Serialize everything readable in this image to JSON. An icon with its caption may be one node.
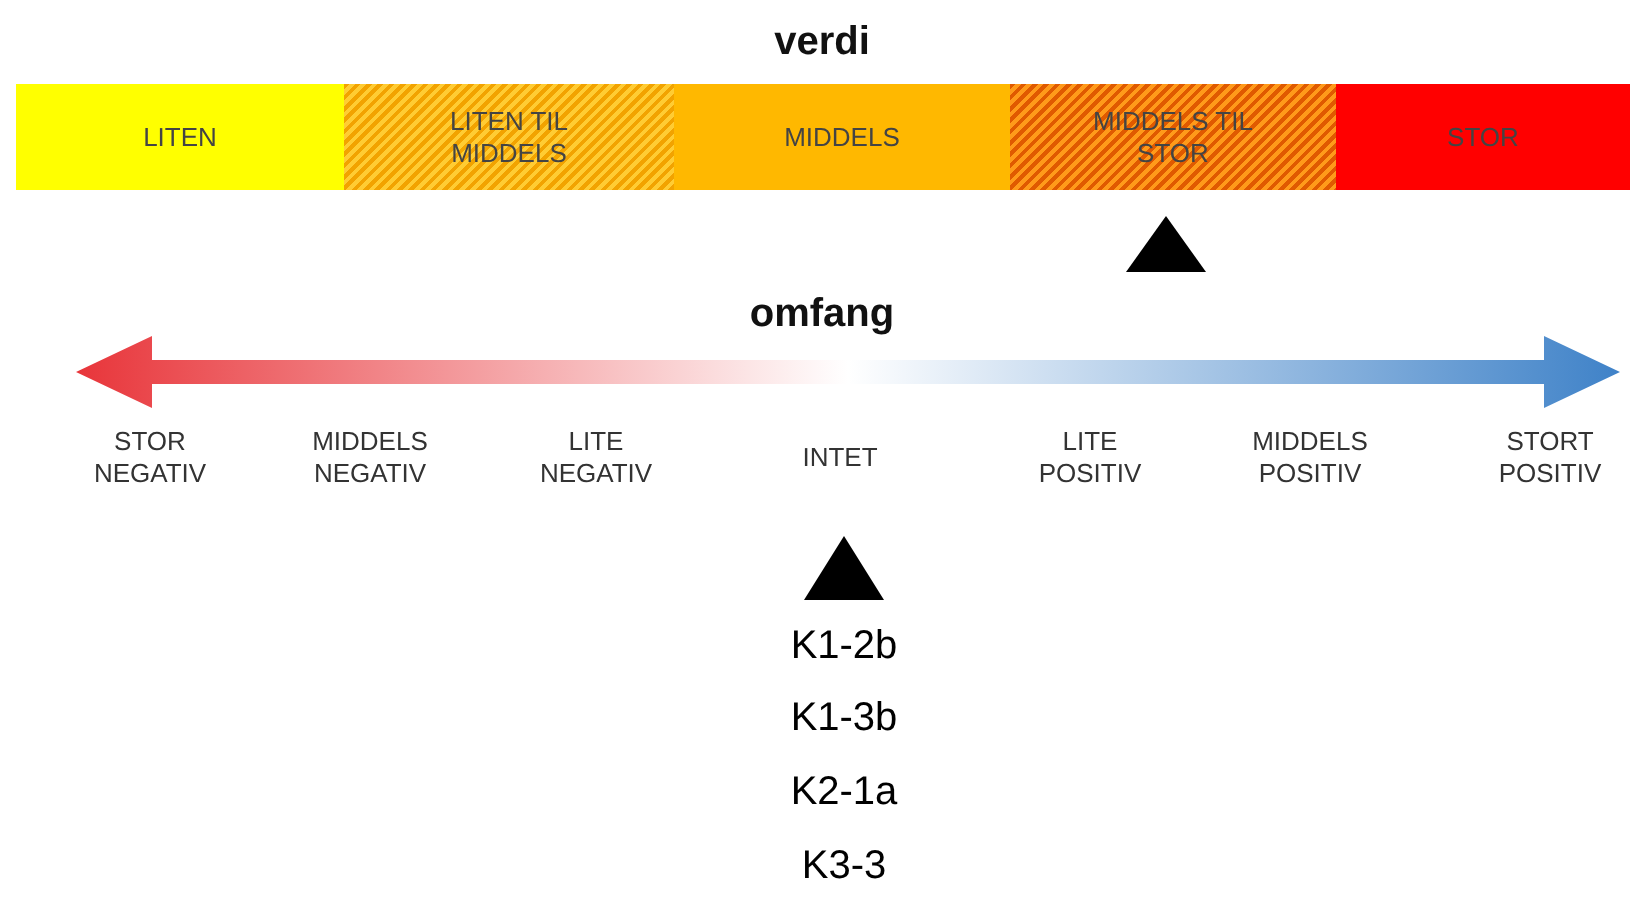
{
  "diagram": {
    "nodes": [
      {
        "text": [
          "LITEN"
        ]
      },
      {
        "text": [
          "LITEN TIL MIDDELS"
        ]
      },
      {
        "text": [
          "MIDDELS"
        ]
      },
      {
        "text": [
          "MIDDELS TIL STOR"
        ]
      },
      {
        "text": [
          "STOR"
        ]
      }
    ],
    "labels": [
      "verdi",
      "omfang",
      "STOR NEGATIV",
      "MIDDELS NEGATIV",
      "LITE NEGATIV",
      "INTET",
      "LITE POSITIV",
      "MIDDELS POSITIV",
      "STORT POSITIV",
      "K1-2b",
      "K1-3b",
      "K2-1a",
      "K3-3"
    ]
  }
}
